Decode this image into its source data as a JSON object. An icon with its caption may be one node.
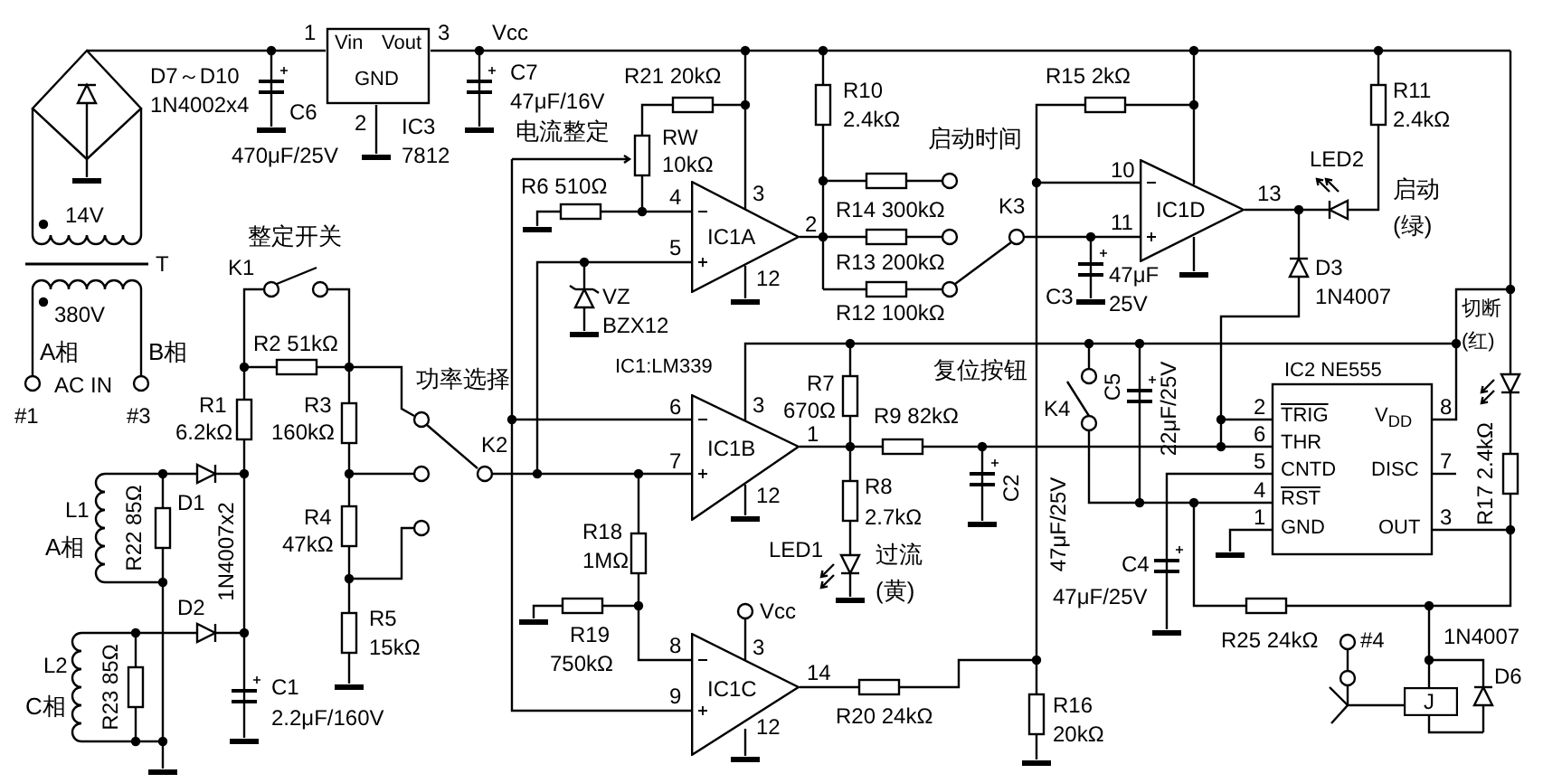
{
  "diagram": {
    "nodes": [
      {
        "text": [
          "Vin",
          "Vout",
          "GND"
        ],
        "beside": [
          "1",
          "3",
          "2",
          "IC3",
          "7812"
        ]
      },
      {
        "text": [
          "IC1A"
        ],
        "beside": [
          "4",
          "3",
          "5",
          "2",
          "12"
        ]
      },
      {
        "text": [
          "IC1D"
        ],
        "beside": [
          "10",
          "11",
          "13"
        ]
      },
      {
        "text": [
          "IC1B"
        ],
        "beside": [
          "6",
          "3",
          "7",
          "1",
          "12"
        ]
      },
      {
        "text": [
          "IC1C"
        ],
        "beside": [
          "8",
          "3",
          "9",
          "14",
          "12",
          "Vcc"
        ]
      },
      {
        "text": [
          "IC2 NE555",
          "TRIG",
          "THR",
          "CNTD",
          "RST",
          "GND",
          "V$_{DD}$",
          "DISC",
          "OUT"
        ],
        "beside": [
          "2",
          "6",
          "5",
          "4",
          "1",
          "8",
          "7",
          "3"
        ]
      },
      {
        "text": [
          "J"
        ]
      }
    ],
    "edges": [
      {
        "from": 3,
        "to": 4,
        "arrow": "none"
      },
      {
        "from": 1,
        "to": 3,
        "arrow": "none"
      }
    ],
    "labels": [
      "Vcc",
      "D7～D10",
      "1N4002x4",
      "C6",
      "470μF/25V",
      "C7",
      "47μF/16V",
      "R21 20kΩ",
      "电流整定",
      "RW",
      "10kΩ",
      "R6 510Ω",
      "VZ",
      "BZX12",
      "IC1:LM339",
      "R10",
      "2.4kΩ",
      "启动时间",
      "R14 300kΩ",
      "K3",
      "R13 200kΩ",
      "R12 100kΩ",
      "R15 2kΩ",
      "C3",
      "47μF",
      "25V",
      "R11",
      "2.4kΩ",
      "LED2",
      "启动",
      "(绿)",
      "D3",
      "1N4007",
      "切断",
      "(红)",
      "14V",
      "T",
      "380V",
      "A相",
      "B相",
      "AC IN",
      "#1",
      "#3",
      "整定开关",
      "K1",
      "R2 51kΩ",
      "功率选择",
      "R1",
      "6.2kΩ",
      "R3",
      "160kΩ",
      "K2",
      "L1",
      "A相",
      "R22 85Ω",
      "D1",
      "1N4007x2",
      "D2",
      "R4",
      "47kΩ",
      "R5",
      "15kΩ",
      "L2",
      "C相",
      "R23 85Ω",
      "C1",
      "2.2μF/160V",
      "R7",
      "670Ω",
      "复位按钮",
      "R9 82kΩ",
      "R8",
      "2.7kΩ",
      "C2",
      "LED1",
      "过流",
      "(黄)",
      "R18",
      "1MΩ",
      "R19",
      "750kΩ",
      "R20 24kΩ",
      "R16",
      "20kΩ",
      "K4",
      "C5",
      "22μF/25V",
      "47μF/25V",
      "R17 2.4kΩ",
      "C4",
      "47μF/25V",
      "R25 24kΩ",
      "#4",
      "1N4007",
      "D6"
    ]
  }
}
